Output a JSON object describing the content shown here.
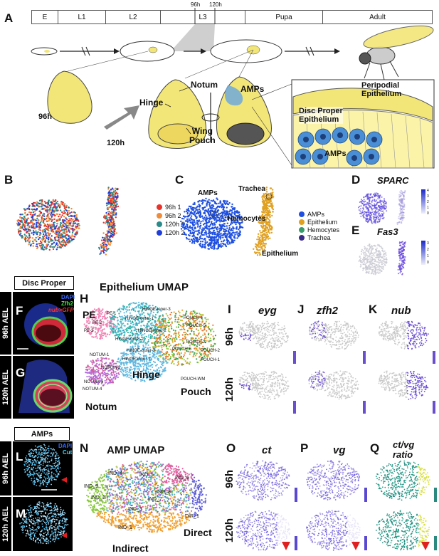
{
  "panels": {
    "A": "A",
    "B": "B",
    "C": "C",
    "D": "D",
    "E": "E",
    "F": "F",
    "G": "G",
    "H": "H",
    "I": "I",
    "J": "J",
    "K": "K",
    "L": "L",
    "M": "M",
    "N": "N",
    "O": "O",
    "P": "P",
    "Q": "Q"
  },
  "timeline": {
    "stages": [
      "E",
      "L1",
      "L2",
      "L3",
      "Pupa",
      "Adult"
    ],
    "tick_96": "96h",
    "tick_120": "120h"
  },
  "panelA": {
    "label_96": "96h",
    "label_120": "120h",
    "notum": "Notum",
    "hinge": "Hinge",
    "wing_pouch": [
      "Wing",
      "Pouch"
    ],
    "amps": "AMPs",
    "peripodial": [
      "Peripodial",
      "Epithelium"
    ],
    "disc_proper": [
      "Disc Proper",
      "Epithelium"
    ],
    "amps_inset": "AMPs"
  },
  "panelB": {
    "legend": [
      {
        "name": "96h 1",
        "color": "#e8322a"
      },
      {
        "name": "96h 2",
        "color": "#ef8c3c"
      },
      {
        "name": "120h 1",
        "color": "#2b8a8a"
      },
      {
        "name": "120h 2",
        "color": "#1f3fd8"
      }
    ]
  },
  "panelC": {
    "amps": "AMPs",
    "trachea": "Trachea",
    "hemocytes": "Hemocytes",
    "epithelium": "Epithelium",
    "legend": [
      {
        "name": "AMPs",
        "color": "#1f4fe0"
      },
      {
        "name": "Epithelium",
        "color": "#e0a020"
      },
      {
        "name": "Hemocytes",
        "color": "#3a9a6a"
      },
      {
        "name": "Trachea",
        "color": "#3a2a8a"
      }
    ]
  },
  "panelD": {
    "gene": "SPARC",
    "scale": [
      "4",
      "3",
      "2",
      "1",
      "0"
    ]
  },
  "panelE": {
    "gene": "Fas3",
    "scale": [
      "3",
      "2",
      "1",
      "0"
    ]
  },
  "discProper": {
    "title": "Disc Proper",
    "dapi": "DAPI",
    "zfh2": "Zfh2",
    "nub": "nub>GFP",
    "ael96": "96h AEL",
    "ael120": "120h AEL"
  },
  "panelH": {
    "title": "Epithelium UMAP",
    "pe": "PE",
    "hinge": "Hinge",
    "pouch": "Pouch",
    "notum": "Notum",
    "clusters": [
      "PE-1",
      "PE-2",
      "PE-3",
      "HINGE-inner-3",
      "HINGE-outer-1",
      "HINGE-outer-2",
      "HINGE-inner-2",
      "HINGE-outer-3",
      "HINGE-inner-1",
      "NOTUM-1",
      "NOTUM-2",
      "NOTUM-3",
      "NOTUM-4",
      "POUCH-4",
      "POUCH-5",
      "POUCH-3",
      "POUCH-2",
      "POUCH-6",
      "POUCH-1",
      "POUCH-WM"
    ]
  },
  "featureGenes": {
    "I": "eyg",
    "J": "zfh2",
    "K": "nub",
    "O": "ct",
    "P": "vg",
    "Q": "ct/vg ratio"
  },
  "timeLabels": {
    "t96": "96h",
    "t120": "120h"
  },
  "amps": {
    "title": "AMPs",
    "dapi": "DAPI",
    "cut": "Cut",
    "ael96": "96h AEL",
    "ael120": "120h AEL"
  },
  "panelN": {
    "title": "AMP UMAP",
    "direct": "Direct",
    "indirect": "Indirect",
    "clusters": [
      "IND_4",
      "IND_5",
      "IND_6",
      "IND_9",
      "IND_8",
      "IND_2",
      "IND_7",
      "IND_3",
      "DIR_1",
      "IND_1"
    ]
  },
  "colors": {
    "yellow": "#f3e678",
    "amp_blue": "#1f4fe0",
    "epithelium_gold": "#e0a020",
    "feature_purple": "#6a55d8",
    "arrow_red": "#e02020"
  }
}
